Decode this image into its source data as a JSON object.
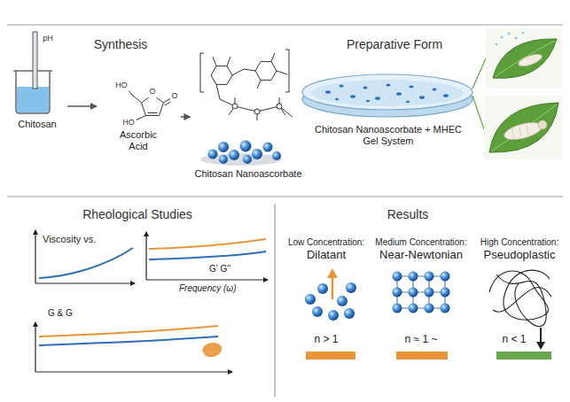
{
  "diagram": {
    "nodes": [
      {
        "text": [
          "Synthesis"
        ]
      },
      {
        "text": [
          "Chitosan"
        ],
        "in": 0
      },
      {
        "text": [
          "Ascorbic Acid"
        ],
        "in": 0
      },
      {
        "text": [
          "Chitosan Nanoascorbate"
        ],
        "in": 0
      },
      {
        "text": [
          "Preparative Form"
        ]
      },
      {
        "text": [
          "Chitosan Nanoascorbate + MHEC Gel System"
        ],
        "in": 4
      },
      {
        "text": [
          "Rheological Studies"
        ]
      },
      {
        "text": [
          "Viscosity vs."
        ],
        "in": 6
      },
      {
        "text": [
          "G' G''",
          "Frequency (ω)"
        ],
        "in": 6
      },
      {
        "text": [
          "G & G"
        ],
        "in": 6
      },
      {
        "text": [
          "Results"
        ]
      },
      {
        "text": [
          "Low Concentration:",
          "Dilatant",
          "n > 1"
        ],
        "in": 10
      },
      {
        "text": [
          "Medium Concentration:",
          "Near-Newtonian",
          "n ≈ 1 ~"
        ],
        "in": 10
      },
      {
        "text": [
          "High Concentration:",
          "Pseudoplastic",
          "n < 1"
        ],
        "in": 10
      }
    ],
    "edges": [
      {
        "from": 1,
        "to": 2,
        "arrow": "to"
      },
      {
        "from": 2,
        "to": 3,
        "arrow": "to"
      }
    ],
    "labels": [
      "pH",
      "HO",
      "HO",
      "O",
      "O"
    ]
  }
}
